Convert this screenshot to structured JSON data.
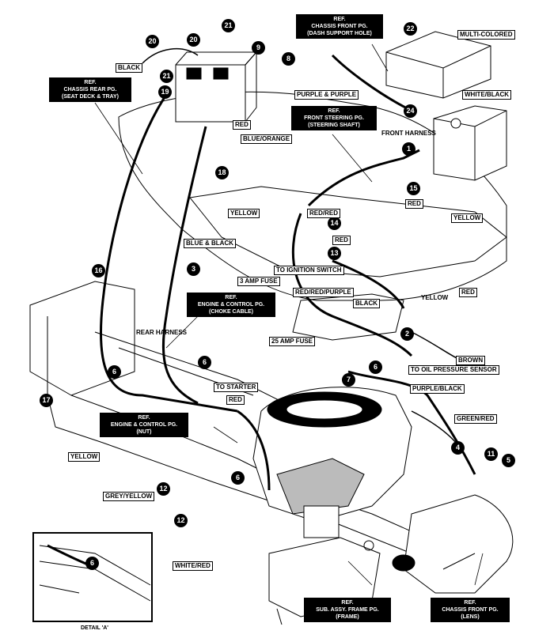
{
  "labels": {
    "black_top": "BLACK",
    "red_top": "RED",
    "purple_purple": "PURPLE & PURPLE",
    "multi_colored": "MULTI-COLORED",
    "white_black": "WHITE/BLACK",
    "front_harness": "FRONT HARNESS",
    "blue_orange": "BLUE/ORANGE",
    "yellow_upper": "YELLOW",
    "red_red": "RED/RED",
    "red_right_upper": "RED",
    "yellow_right": "YELLOW",
    "red_mid": "RED",
    "blue_black": "BLUE & BLACK",
    "to_ignition": "TO IGNITION SWITCH",
    "amp_fuse_3": "3 AMP FUSE",
    "red_red_purple": "RED/RED/PURPLE",
    "black_mid": "BLACK",
    "yellow_mid": "YELLOW",
    "red_far_right": "RED",
    "rear_harness": "REAR HARNESS",
    "amp_fuse_25": "25 AMP FUSE",
    "brown": "BROWN",
    "to_oil": "TO OIL PRESSURE SENSOR",
    "to_starter": "TO STARTER",
    "red_starter": "RED",
    "purple_black": "PURPLE/BLACK",
    "green_red": "GREEN/RED",
    "yellow_bottom": "YELLOW",
    "grey_yellow": "GREY/YELLOW",
    "white_red": "WHITE/RED",
    "detail_a": "DETAIL 'A'"
  },
  "refs": {
    "rear_seat": [
      "REF.",
      "CHASSIS REAR PG.",
      "(SEAT DECK & TRAY)"
    ],
    "dash": [
      "REF.",
      "CHASSIS FRONT PG.",
      "(DASH SUPPORT HOLE)"
    ],
    "steering": [
      "REF.",
      "FRONT STEERING PG.",
      "(STEERING SHAFT)"
    ],
    "choke": [
      "REF.",
      "ENGINE & CONTROL PG.",
      "(CHOKE CABLE)"
    ],
    "nut": [
      "REF.",
      "ENGINE & CONTROL PG.",
      "(NUT)"
    ],
    "frame": [
      "REF.",
      "SUB. ASSY. FRAME PG.",
      "(FRAME)"
    ],
    "lens": [
      "REF.",
      "CHASSIS FRONT PG.",
      "(LENS)"
    ]
  },
  "callouts": {
    "c20a": "20",
    "c20b": "20",
    "c21a": "21",
    "c21b": "21",
    "c19": "19",
    "c9": "9",
    "c8": "8",
    "c22": "22",
    "c24": "24",
    "c1": "1",
    "c18": "18",
    "c15": "15",
    "c14": "14",
    "c13": "13",
    "c16": "16",
    "c3": "3",
    "c2": "2",
    "c6a": "6",
    "c6b": "6",
    "c6c": "6",
    "c6d": "6",
    "c6e": "6",
    "c7": "7",
    "c17": "17",
    "c12a": "12",
    "c12b": "12",
    "c4": "4",
    "c11": "11",
    "c5": "5"
  }
}
